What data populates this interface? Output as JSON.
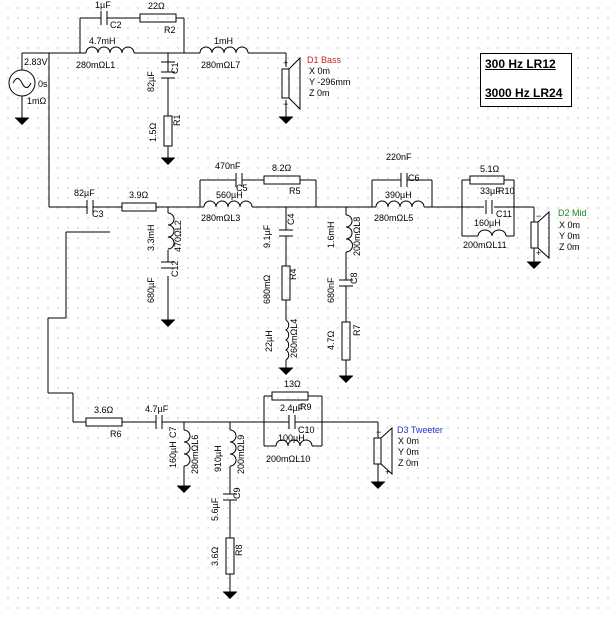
{
  "title_box": {
    "line1": "300 Hz LR12",
    "line2": "3000 Hz LR24"
  },
  "source": {
    "voltage": "2.83V",
    "time": "0s",
    "resistance": "1mΩ"
  },
  "components": {
    "C1": {
      "name": "C1",
      "value": "82µF"
    },
    "C2": {
      "name": "C2",
      "value": "1µF"
    },
    "C3": {
      "name": "C3",
      "value": "82µF"
    },
    "C4": {
      "name": "C4",
      "value": "9.1µF"
    },
    "C5": {
      "name": "C5",
      "value": "470nF"
    },
    "C6": {
      "name": "C6",
      "value": "220nF"
    },
    "C7": {
      "name": "C7",
      "value": "4.7µF"
    },
    "C8": {
      "name": "C8",
      "value": "680nF"
    },
    "C9": {
      "name": "C9",
      "value": "5.6µF"
    },
    "C10": {
      "name": "C10",
      "value": "2.4µF"
    },
    "C11": {
      "name": "C11",
      "value": "33µF"
    },
    "C12": {
      "name": "C12",
      "value": "680µF"
    },
    "R1": {
      "name": "R1",
      "value": "1.5Ω"
    },
    "R2": {
      "name": "R2",
      "value": "22Ω"
    },
    "R4": {
      "name": "R4",
      "value": "680mΩ"
    },
    "R5": {
      "name": "R5",
      "value": "8.2Ω"
    },
    "R6": {
      "name": "R6",
      "value": "3.6Ω"
    },
    "R7": {
      "name": "R7",
      "value": "4.7Ω"
    },
    "R8": {
      "name": "R8",
      "value": "3.6Ω"
    },
    "R9": {
      "name": "R9",
      "value": "13Ω"
    },
    "R10": {
      "name": "R10",
      "value": "5.1Ω"
    },
    "R11": {
      "value": "3.9Ω"
    },
    "L1": {
      "name": "280mΩL1",
      "value": "4.7mH"
    },
    "L2": {
      "name": "470ΩL2",
      "value": "3.3mH"
    },
    "L3": {
      "name": "280mΩL3",
      "value": "560µH"
    },
    "L4": {
      "name": "260mΩL4",
      "value": "22µH"
    },
    "L5": {
      "name": "280mΩL5",
      "value": "390µH"
    },
    "L6": {
      "name": "280mΩL6",
      "value": "160µH"
    },
    "L7": {
      "name": "280mΩL7",
      "value": "1mH"
    },
    "L8": {
      "name": "200mΩL8",
      "value": "1.6mH"
    },
    "L9": {
      "name": "200mΩL9",
      "value": "910µH"
    },
    "L10": {
      "name": "200mΩL10",
      "value": "100µH"
    },
    "L11": {
      "name": "200mΩL11",
      "value": "160µH"
    }
  },
  "drivers": {
    "D1": {
      "name": "D1 Bass",
      "x": "X 0m",
      "y": "Y -296mm",
      "z": "Z 0m"
    },
    "D2": {
      "name": "D2 Mid",
      "x": "X 0m",
      "y": "Y 0m",
      "z": "Z 0m"
    },
    "D3": {
      "name": "D3 Tweeter",
      "x": "X 0m",
      "y": "Y 0m",
      "z": "Z 0m"
    }
  },
  "colors": {
    "wire": "#000000",
    "bass_label": "#cc2222",
    "mid_label": "#1a8a1a",
    "tweeter_label": "#2233cc",
    "grid_dot": "#9a9a9a"
  }
}
